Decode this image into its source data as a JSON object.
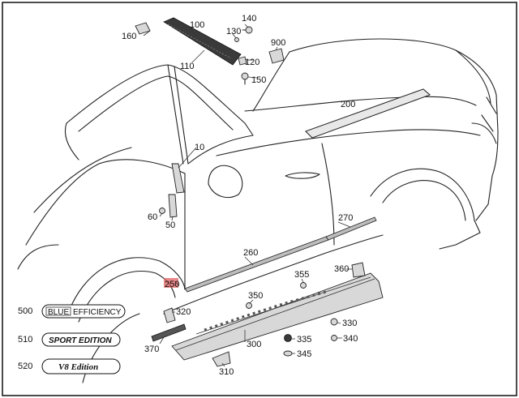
{
  "part_labels": {
    "p10": "10",
    "p50": "50",
    "p60": "60",
    "p100": "100",
    "p110": "110",
    "p120": "120",
    "p130": "130",
    "p140": "140",
    "p150": "150",
    "p160": "160",
    "p200": "200",
    "p250": "250",
    "p260": "260",
    "p270": "270",
    "p300": "300",
    "p310": "310",
    "p320": "320",
    "p330": "330",
    "p335": "335",
    "p340": "340",
    "p345": "345",
    "p350": "350",
    "p355": "355",
    "p360": "360",
    "p370": "370",
    "p900": "900"
  },
  "badges": {
    "b500": {
      "number": "500",
      "text_blue": "BLUE",
      "text_eff": "EFFICIENCY"
    },
    "b510": {
      "number": "510",
      "text": "SPORT EDITION"
    },
    "b520": {
      "number": "520",
      "text": "V8 Edition"
    }
  },
  "colors": {
    "highlight": "#e06060",
    "frame": "#111111"
  }
}
